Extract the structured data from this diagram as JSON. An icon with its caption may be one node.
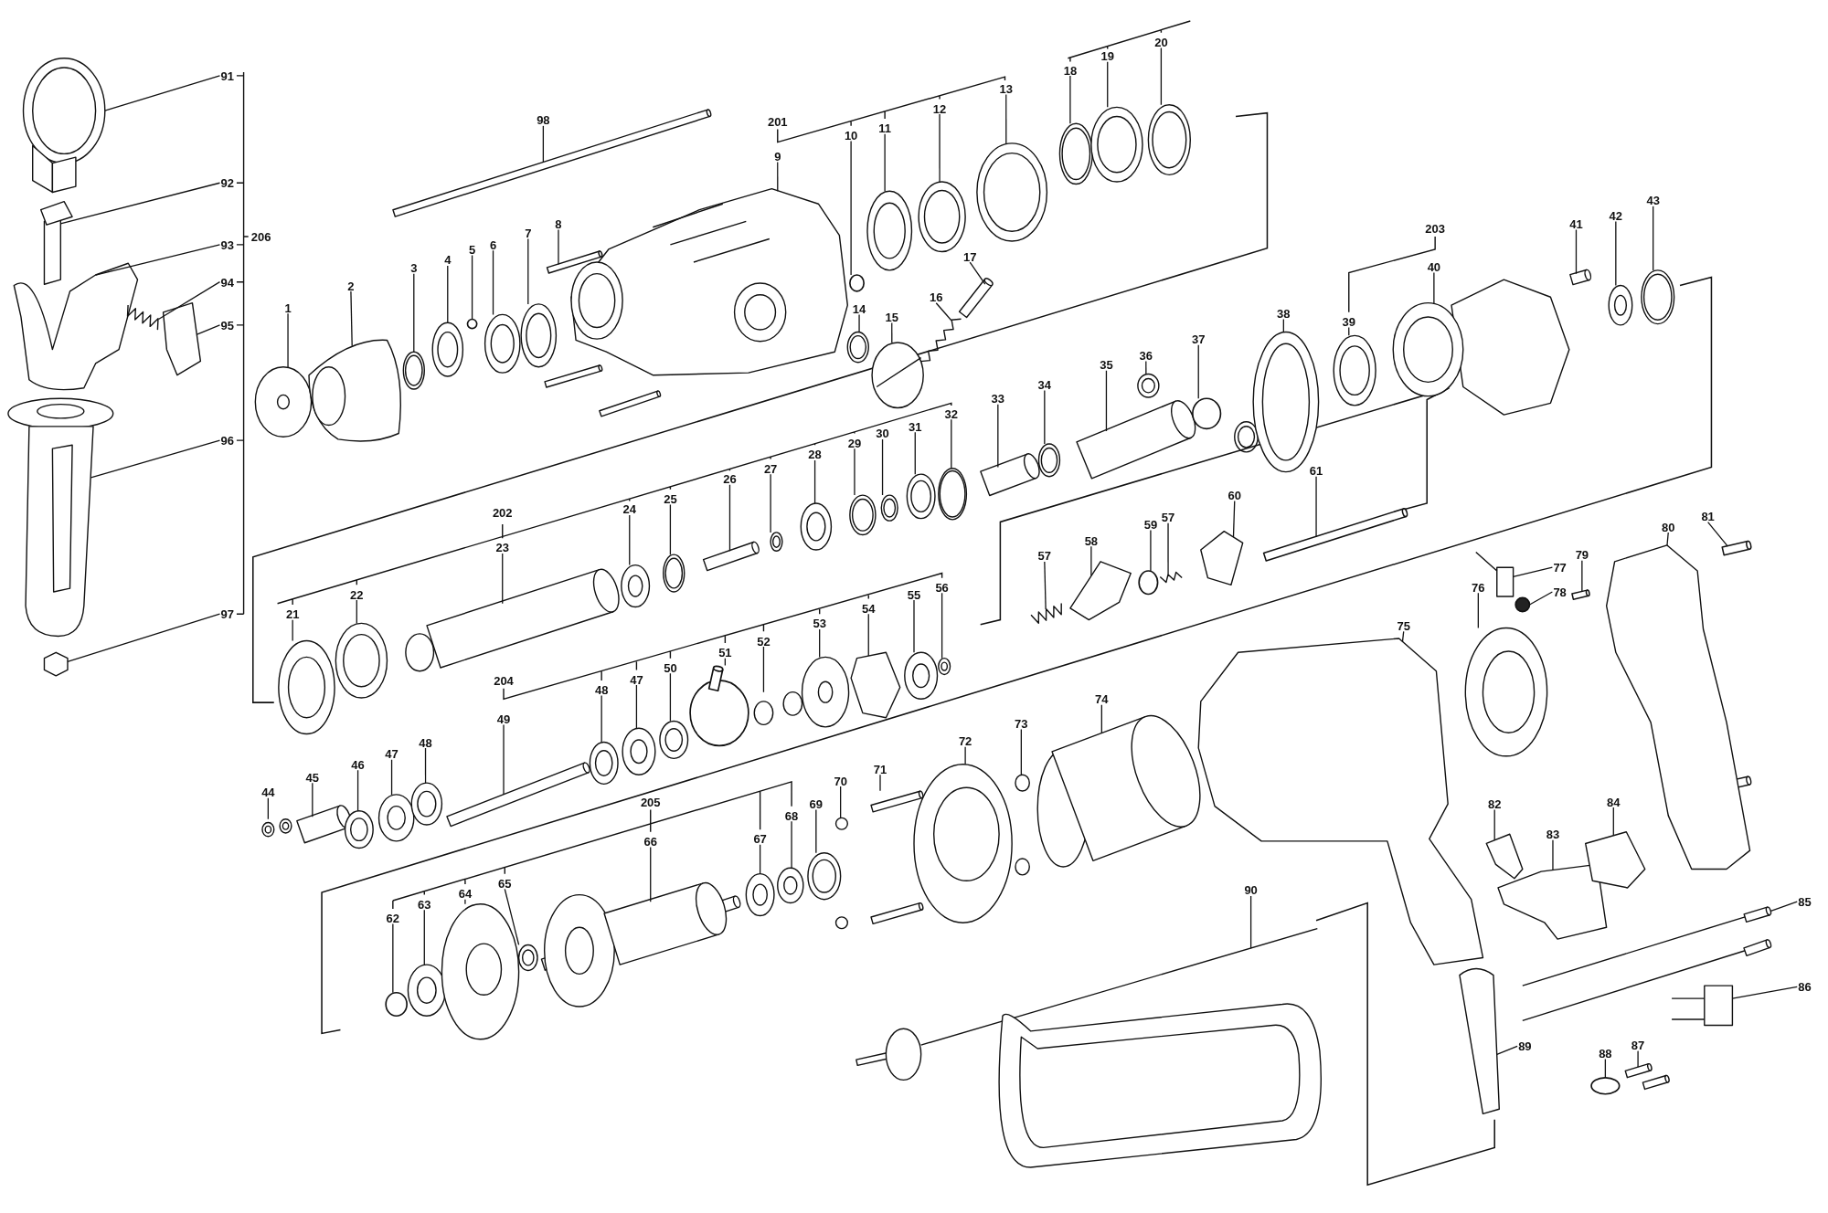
{
  "diagram": {
    "nodes": [
      {
        "text": [
          "91"
        ]
      },
      {
        "text": [
          "92"
        ]
      },
      {
        "text": [
          "93"
        ]
      },
      {
        "text": [
          "94"
        ]
      },
      {
        "text": [
          "95"
        ]
      },
      {
        "text": [
          "96"
        ]
      },
      {
        "text": [
          "97"
        ]
      },
      {
        "text": [
          "98"
        ]
      },
      {
        "text": [
          "1"
        ]
      },
      {
        "text": [
          "2"
        ]
      },
      {
        "text": [
          "3"
        ]
      },
      {
        "text": [
          "4"
        ]
      },
      {
        "text": [
          "5"
        ]
      },
      {
        "text": [
          "6"
        ]
      },
      {
        "text": [
          "7"
        ]
      },
      {
        "text": [
          "8"
        ]
      },
      {
        "text": [
          "9"
        ]
      },
      {
        "text": [
          "10"
        ]
      },
      {
        "text": [
          "11"
        ]
      },
      {
        "text": [
          "12"
        ]
      },
      {
        "text": [
          "13"
        ]
      },
      {
        "text": [
          "18"
        ]
      },
      {
        "text": [
          "19"
        ]
      },
      {
        "text": [
          "20"
        ]
      },
      {
        "text": [
          "14"
        ]
      },
      {
        "text": [
          "15"
        ]
      },
      {
        "text": [
          "16"
        ]
      },
      {
        "text": [
          "17"
        ]
      },
      {
        "text": [
          "21"
        ]
      },
      {
        "text": [
          "22"
        ]
      },
      {
        "text": [
          "23"
        ]
      },
      {
        "text": [
          "24"
        ]
      },
      {
        "text": [
          "25"
        ]
      },
      {
        "text": [
          "26"
        ]
      },
      {
        "text": [
          "27"
        ]
      },
      {
        "text": [
          "28"
        ]
      },
      {
        "text": [
          "29"
        ]
      },
      {
        "text": [
          "30"
        ]
      },
      {
        "text": [
          "31"
        ]
      },
      {
        "text": [
          "32"
        ]
      },
      {
        "text": [
          "33"
        ]
      },
      {
        "text": [
          "34"
        ]
      },
      {
        "text": [
          "35"
        ]
      },
      {
        "text": [
          "36"
        ]
      },
      {
        "text": [
          "37"
        ]
      },
      {
        "text": [
          "38"
        ]
      },
      {
        "text": [
          "39"
        ]
      },
      {
        "text": [
          "40"
        ]
      },
      {
        "text": [
          "41"
        ]
      },
      {
        "text": [
          "42"
        ]
      },
      {
        "text": [
          "43"
        ]
      },
      {
        "text": [
          "44"
        ]
      },
      {
        "text": [
          "45"
        ]
      },
      {
        "text": [
          "46"
        ]
      },
      {
        "text": [
          "47"
        ]
      },
      {
        "text": [
          "48"
        ]
      },
      {
        "text": [
          "49"
        ]
      },
      {
        "text": [
          "48"
        ]
      },
      {
        "text": [
          "47"
        ]
      },
      {
        "text": [
          "50"
        ]
      },
      {
        "text": [
          "51"
        ]
      },
      {
        "text": [
          "52"
        ]
      },
      {
        "text": [
          "53"
        ]
      },
      {
        "text": [
          "54"
        ]
      },
      {
        "text": [
          "55"
        ]
      },
      {
        "text": [
          "56"
        ]
      },
      {
        "text": [
          "57"
        ]
      },
      {
        "text": [
          "58"
        ]
      },
      {
        "text": [
          "59"
        ]
      },
      {
        "text": [
          "57"
        ]
      },
      {
        "text": [
          "60"
        ]
      },
      {
        "text": [
          "61"
        ]
      },
      {
        "text": [
          "62"
        ]
      },
      {
        "text": [
          "63"
        ]
      },
      {
        "text": [
          "64"
        ]
      },
      {
        "text": [
          "65"
        ]
      },
      {
        "text": [
          "66"
        ]
      },
      {
        "text": [
          "67"
        ]
      },
      {
        "text": [
          "68"
        ]
      },
      {
        "text": [
          "69"
        ]
      },
      {
        "text": [
          "70"
        ]
      },
      {
        "text": [
          "71"
        ]
      },
      {
        "text": [
          "72"
        ]
      },
      {
        "text": [
          "73"
        ]
      },
      {
        "text": [
          "74"
        ]
      },
      {
        "text": [
          "75"
        ]
      },
      {
        "text": [
          "76"
        ]
      },
      {
        "text": [
          "77"
        ]
      },
      {
        "text": [
          "78"
        ]
      },
      {
        "text": [
          "79"
        ]
      },
      {
        "text": [
          "80"
        ]
      },
      {
        "text": [
          "81"
        ]
      },
      {
        "text": [
          "82"
        ]
      },
      {
        "text": [
          "83"
        ]
      },
      {
        "text": [
          "84"
        ]
      },
      {
        "text": [
          "85"
        ]
      },
      {
        "text": [
          "86"
        ]
      },
      {
        "text": [
          "87"
        ]
      },
      {
        "text": [
          "88"
        ]
      },
      {
        "text": [
          "89"
        ]
      },
      {
        "text": [
          "90"
        ]
      },
      {
        "text": [],
        "shape": "picture"
      },
      {
        "text": [],
        "shape": "picture"
      },
      {
        "text": [],
        "shape": "picture"
      },
      {
        "text": [],
        "shape": "picture"
      },
      {
        "text": [],
        "shape": "picture"
      },
      {
        "text": [],
        "shape": "picture"
      },
      {
        "text": [],
        "shape": "picture"
      },
      {
        "text": [],
        "shape": "picture"
      },
      {
        "text": [],
        "shape": "picture"
      },
      {
        "text": [],
        "shape": "picture"
      },
      {
        "text": [],
        "shape": "picture"
      },
      {
        "text": [],
        "shape": "picture"
      },
      {
        "text": [],
        "shape": "circle"
      },
      {
        "text": [],
        "shape": "picture"
      },
      {
        "text": [],
        "shape": "picture"
      },
      {
        "text": [],
        "shape": "box"
      },
      {
        "text": [],
        "shape": "picture"
      },
      {
        "text": [],
        "shape": "circle"
      },
      {
        "text": [],
        "shape": "picture"
      },
      {
        "text": [],
        "shape": "picture"
      },
      {
        "text": [],
        "shape": "picture"
      },
      {
        "text": [],
        "shape": "picture"
      },
      {
        "text": [],
        "shape": "picture"
      },
      {
        "text": [],
        "shape": "picture"
      },
      {
        "text": [],
        "shape": "picture"
      },
      {
        "text": [],
        "shape": "picture"
      },
      {
        "text": [],
        "shape": "picture"
      },
      {
        "text": [],
        "shape": "picture"
      },
      {
        "text": [],
        "shape": "picture"
      },
      {
        "text": [],
        "shape": "picture"
      },
      {
        "text": [],
        "shape": "picture"
      },
      {
        "text": [],
        "shape": "picture"
      },
      {
        "text": [],
        "shape": "picture"
      },
      {
        "text": [],
        "shape": "picture"
      },
      {
        "text": [],
        "shape": "picture"
      },
      {
        "text": [],
        "shape": "picture"
      },
      {
        "text": [],
        "shape": "picture"
      },
      {
        "text": [],
        "shape": "picture"
      },
      {
        "text": [],
        "shape": "picture"
      },
      {
        "text": [],
        "shape": "picture"
      },
      {
        "text": [],
        "shape": "picture"
      },
      {
        "text": [],
        "shape": "picture"
      },
      {
        "text": [],
        "shape": "picture"
      },
      {
        "text": [],
        "shape": "picture"
      },
      {
        "text": [],
        "shape": "circle"
      },
      {
        "text": [],
        "shape": "picture"
      },
      {
        "text": [],
        "shape": "picture"
      },
      {
        "text": [],
        "shape": "picture"
      },
      {
        "text": [],
        "shape": "picture"
      },
      {
        "text": [],
        "shape": "picture"
      },
      {
        "text": [],
        "shape": "picture"
      },
      {
        "text": [],
        "shape": "picture"
      },
      {
        "text": [],
        "shape": "picture"
      },
      {
        "text": [],
        "shape": "picture"
      },
      {
        "text": [],
        "shape": "picture"
      },
      {
        "text": [],
        "shape": "picture"
      },
      {
        "text": [],
        "shape": "picture"
      },
      {
        "text": [],
        "shape": "picture"
      },
      {
        "text": [],
        "shape": "picture"
      },
      {
        "text": [],
        "shape": "picture"
      },
      {
        "text": [],
        "shape": "circle"
      },
      {
        "text": [],
        "shape": "picture"
      },
      {
        "text": [],
        "shape": "picture"
      },
      {
        "text": [],
        "shape": "picture"
      },
      {
        "text": [],
        "shape": "picture"
      },
      {
        "text": [],
        "shape": "picture"
      },
      {
        "text": [],
        "shape": "picture"
      },
      {
        "text": [],
        "shape": "picture"
      },
      {
        "text": [],
        "shape": "circle"
      },
      {
        "text": [],
        "shape": "picture"
      },
      {
        "text": [],
        "shape": "picture"
      },
      {
        "text": [],
        "shape": "box"
      },
      {
        "text": [],
        "shape": "circle"
      },
      {
        "text": [],
        "shape": "picture"
      },
      {
        "text": [],
        "shape": "picture"
      },
      {
        "text": [],
        "shape": "picture"
      },
      {
        "text": [],
        "shape": "picture"
      },
      {
        "text": [],
        "shape": "picture"
      },
      {
        "text": [],
        "shape": "picture"
      },
      {
        "text": [],
        "shape": "picture"
      },
      {
        "text": [],
        "shape": "picture"
      },
      {
        "text": [],
        "shape": "picture"
      },
      {
        "text": [],
        "shape": "picture"
      },
      {
        "text": [],
        "shape": "picture"
      },
      {
        "text": [],
        "shape": "picture"
      },
      {
        "text": [],
        "shape": "picture"
      },
      {
        "text": [],
        "shape": "picture"
      },
      {
        "text": [],
        "shape": "picture"
      },
      {
        "text": [],
        "shape": "circle"
      },
      {
        "text": [],
        "shape": "box"
      },
      {
        "text": [],
        "shape": "picture"
      },
      {
        "text": [],
        "shape": "box"
      },
      {
        "text": [],
        "shape": "picture"
      },
      {
        "text": [],
        "shape": "picture"
      },
      {
        "text": [],
        "shape": "picture"
      },
      {
        "text": [],
        "shape": "picture"
      },
      {
        "text": [],
        "shape": "picture"
      },
      {
        "text": [],
        "shape": "picture"
      },
      {
        "text": [],
        "shape": "circle"
      },
      {
        "text": [],
        "shape": "picture"
      },
      {
        "text": [],
        "shape": "picture"
      }
    ],
    "edges": [
      {
        "from": 0,
        "to": 101,
        "arrow": "none"
      },
      {
        "from": 1,
        "to": 102,
        "arrow": "none"
      },
      {
        "from": 2,
        "to": 103,
        "arrow": "none"
      },
      {
        "from": 3,
        "to": 104,
        "arrow": "none"
      },
      {
        "from": 4,
        "to": 105,
        "arrow": "none"
      },
      {
        "from": 5,
        "to": 106,
        "arrow": "none"
      },
      {
        "from": 6,
        "to": 107,
        "arrow": "none"
      },
      {
        "from": 7,
        "to": 108,
        "arrow": "none"
      },
      {
        "from": 8,
        "to": 109,
        "arrow": "none"
      },
      {
        "from": 9,
        "to": 110,
        "arrow": "none"
      },
      {
        "from": 10,
        "to": 111,
        "arrow": "none"
      },
      {
        "from": 11,
        "to": 112,
        "arrow": "none"
      },
      {
        "from": 12,
        "to": 113,
        "arrow": "none"
      },
      {
        "from": 13,
        "to": 114,
        "arrow": "none"
      },
      {
        "from": 14,
        "to": 115,
        "arrow": "none"
      },
      {
        "from": 15,
        "to": 116,
        "arrow": "none"
      },
      {
        "from": 16,
        "to": 117,
        "arrow": "none"
      },
      {
        "from": 17,
        "to": 118,
        "arrow": "none"
      },
      {
        "from": 18,
        "to": 119,
        "arrow": "none"
      },
      {
        "from": 19,
        "to": 120,
        "arrow": "none"
      },
      {
        "from": 20,
        "to": 121,
        "arrow": "none"
      },
      {
        "from": 21,
        "to": 122,
        "arrow": "none"
      },
      {
        "from": 22,
        "to": 123,
        "arrow": "none"
      },
      {
        "from": 23,
        "to": 124,
        "arrow": "none"
      },
      {
        "from": 24,
        "to": 125,
        "arrow": "none"
      },
      {
        "from": 25,
        "to": 126,
        "arrow": "none"
      },
      {
        "from": 26,
        "to": 127,
        "arrow": "none"
      },
      {
        "from": 27,
        "to": 128,
        "arrow": "none"
      },
      {
        "from": 28,
        "to": 129,
        "arrow": "none"
      },
      {
        "from": 29,
        "to": 130,
        "arrow": "none"
      },
      {
        "from": 30,
        "to": 131,
        "arrow": "none"
      },
      {
        "from": 31,
        "to": 132,
        "arrow": "none"
      },
      {
        "from": 32,
        "to": 133,
        "arrow": "none"
      },
      {
        "from": 33,
        "to": 134,
        "arrow": "none"
      },
      {
        "from": 34,
        "to": 135,
        "arrow": "none"
      },
      {
        "from": 35,
        "to": 136,
        "arrow": "none"
      },
      {
        "from": 36,
        "to": 137,
        "arrow": "none"
      },
      {
        "from": 37,
        "to": 138,
        "arrow": "none"
      },
      {
        "from": 38,
        "to": 139,
        "arrow": "none"
      },
      {
        "from": 39,
        "to": 140,
        "arrow": "none"
      },
      {
        "from": 40,
        "to": 141,
        "arrow": "none"
      },
      {
        "from": 41,
        "to": 142,
        "arrow": "none"
      },
      {
        "from": 42,
        "to": 143,
        "arrow": "none"
      },
      {
        "from": 43,
        "to": 144,
        "arrow": "none"
      },
      {
        "from": 44,
        "to": 145,
        "arrow": "none"
      },
      {
        "from": 45,
        "to": 146,
        "arrow": "none"
      },
      {
        "from": 46,
        "to": 147,
        "arrow": "none"
      },
      {
        "from": 47,
        "to": 148,
        "arrow": "none"
      },
      {
        "from": 48,
        "to": 149,
        "arrow": "none"
      },
      {
        "from": 49,
        "to": 150,
        "arrow": "none"
      },
      {
        "from": 50,
        "to": 151,
        "arrow": "none"
      },
      {
        "from": 51,
        "to": 152,
        "arrow": "none"
      },
      {
        "from": 52,
        "to": 153,
        "arrow": "none"
      },
      {
        "from": 53,
        "to": 154,
        "arrow": "none"
      },
      {
        "from": 54,
        "to": 155,
        "arrow": "none"
      },
      {
        "from": 55,
        "to": 156,
        "arrow": "none"
      },
      {
        "from": 56,
        "to": 157,
        "arrow": "none"
      },
      {
        "from": 57,
        "to": 158,
        "arrow": "none"
      },
      {
        "from": 58,
        "to": 159,
        "arrow": "none"
      },
      {
        "from": 59,
        "to": 160,
        "arrow": "none"
      },
      {
        "from": 60,
        "to": 161,
        "arrow": "none"
      },
      {
        "from": 61,
        "to": 162,
        "arrow": "none"
      },
      {
        "from": 62,
        "to": 163,
        "arrow": "none"
      },
      {
        "from": 63,
        "to": 164,
        "arrow": "none"
      },
      {
        "from": 64,
        "to": 165,
        "arrow": "none"
      },
      {
        "from": 65,
        "to": 166,
        "arrow": "none"
      },
      {
        "from": 66,
        "to": 167,
        "arrow": "none"
      },
      {
        "from": 67,
        "to": 168,
        "arrow": "none"
      },
      {
        "from": 68,
        "to": 169,
        "arrow": "none"
      },
      {
        "from": 69,
        "to": 170,
        "arrow": "none"
      },
      {
        "from": 70,
        "to": 171,
        "arrow": "none"
      },
      {
        "from": 71,
        "to": 172,
        "arrow": "none"
      },
      {
        "from": 72,
        "to": 173,
        "arrow": "none"
      },
      {
        "from": 73,
        "to": 174,
        "arrow": "none"
      },
      {
        "from": 74,
        "to": 175,
        "arrow": "none"
      },
      {
        "from": 75,
        "to": 176,
        "arrow": "none"
      },
      {
        "from": 76,
        "to": 177,
        "arrow": "none"
      },
      {
        "from": 77,
        "to": 178,
        "arrow": "none"
      },
      {
        "from": 78,
        "to": 179,
        "arrow": "none"
      },
      {
        "from": 79,
        "to": 180,
        "arrow": "none"
      },
      {
        "from": 80,
        "to": 181,
        "arrow": "none"
      },
      {
        "from": 81,
        "to": 182,
        "arrow": "none"
      },
      {
        "from": 82,
        "to": 183,
        "arrow": "none"
      },
      {
        "from": 83,
        "to": 184,
        "arrow": "none"
      },
      {
        "from": 84,
        "to": 185,
        "arrow": "none"
      },
      {
        "from": 85,
        "to": 186,
        "arrow": "none"
      },
      {
        "from": 86,
        "to": 187,
        "arrow": "none"
      },
      {
        "from": 87,
        "to": 188,
        "arrow": "none"
      },
      {
        "from": 88,
        "to": 189,
        "arrow": "none"
      },
      {
        "from": 89,
        "to": 190,
        "arrow": "none"
      },
      {
        "from": 90,
        "to": 191,
        "arrow": "none"
      },
      {
        "from": 91,
        "to": 192,
        "arrow": "none"
      },
      {
        "from": 92,
        "to": 193,
        "arrow": "none"
      },
      {
        "from": 93,
        "to": 194,
        "arrow": "none"
      },
      {
        "from": 94,
        "to": 195,
        "arrow": "none"
      },
      {
        "from": 95,
        "to": 196,
        "arrow": "none"
      },
      {
        "from": 96,
        "to": 197,
        "arrow": "none"
      },
      {
        "from": 97,
        "to": 198,
        "arrow": "none"
      },
      {
        "from": 98,
        "to": 199,
        "arrow": "none"
      },
      {
        "from": 99,
        "to": 200,
        "arrow": "none"
      },
      {
        "from": 100,
        "to": 201,
        "arrow": "none"
      }
    ],
    "labels": [
      "206",
      "201",
      "202",
      "203",
      "204",
      "205"
    ]
  }
}
